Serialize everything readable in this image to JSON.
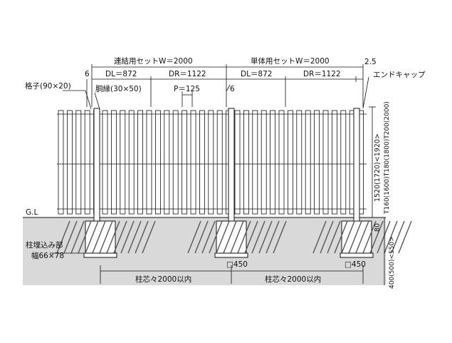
{
  "labels": {
    "set_connected": "連結用セットW＝2000",
    "set_single": "単体用セットW＝2000",
    "offset_left": "6",
    "offset_mid": "6",
    "end_gap": "2.5",
    "dl1": "DL＝872",
    "dr1": "DR＝1122",
    "dl2": "DL＝872",
    "dr2": "DR＝1122",
    "lattice": "格子(90×20)",
    "rail": "胴縁(30×50)",
    "pitch": "P＝125",
    "end_cap": "エンドキャップ",
    "gl": "G.L",
    "embed_title": "柱埋込み部",
    "embed_width": "幅66×78",
    "footing1": "□450",
    "footing2": "□450",
    "span1": "柱芯々2000以内",
    "span2": "柱芯々2000以内",
    "height_main": "1520(1720)<1920>",
    "height_sub": "T160(1600)T180(1800)T200(2000)",
    "embed_depth": "80",
    "foot_depth": "400(500)<550>"
  },
  "colors": {
    "ground": "#d9d9d9",
    "line": "#111111",
    "fill": "#ffffff"
  }
}
